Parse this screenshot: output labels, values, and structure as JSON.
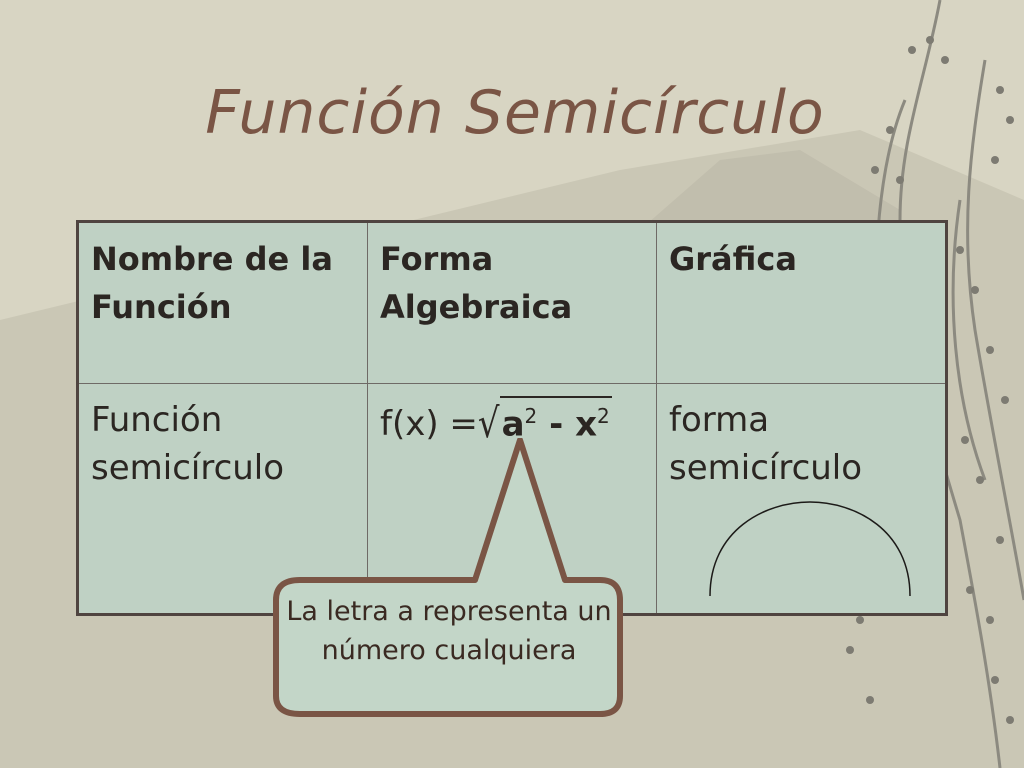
{
  "slide": {
    "title": "Función Semicírculo"
  },
  "table": {
    "headers": [
      "Nombre de la Función",
      "Forma Algebraica",
      "Gráfica"
    ],
    "row": {
      "name": "Función semicírculo",
      "formula_prefix": "f(x) =",
      "radicand_a": "a",
      "radicand_exp_a": "2",
      "radicand_op": " - ",
      "radicand_x": "x",
      "radicand_exp_x": "2",
      "graph_text": "forma semicírculo"
    }
  },
  "callout": {
    "text": "La letra a representa un número cualquiera"
  },
  "colors": {
    "title": "#7a5545",
    "table_bg": "#bfd1c4",
    "callout_fill": "#c3d6c8",
    "callout_border": "#7a5545"
  }
}
